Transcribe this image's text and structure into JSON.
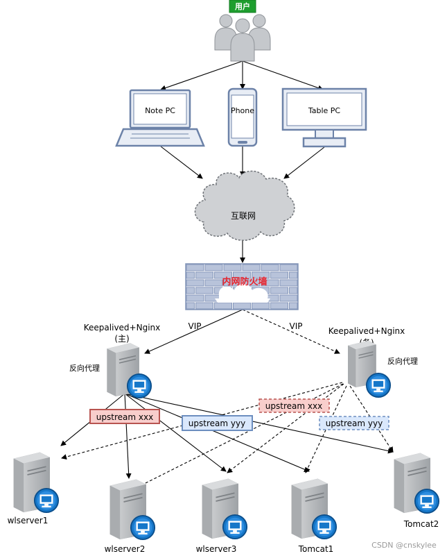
{
  "users": {
    "badge": "用户",
    "badge_color": "#1e9e2e"
  },
  "devices": {
    "notebook": "Note PC",
    "phone": "Phone",
    "desktop": "Table PC"
  },
  "internet": "互联网",
  "firewall": "内网防火墙",
  "vip_primary": "VIP",
  "vip_backup": "VIP",
  "lb_primary": {
    "title": "Keepalived+Nginx",
    "role": "(主)",
    "proxy": "反向代理"
  },
  "lb_backup": {
    "title": "Keepalived+Nginx",
    "role": "(备)",
    "proxy": "反向代理"
  },
  "upstreams": {
    "primary_xxx": "upstream xxx",
    "primary_yyy": "upstream yyy",
    "backup_xxx": "upstream xxx",
    "backup_yyy": "upstream yyy"
  },
  "servers": [
    "wlserver1",
    "wlserver2",
    "wlserver3",
    "Tomcat1",
    "Tomcat2"
  ],
  "watermark": "CSDN @cnskylee",
  "colors": {
    "device_stroke": "#6c82a8",
    "device_fill": "#e8edf5",
    "cloud": "#cfd1d4",
    "firewall": "#8496b9",
    "firewall_text": "#e8242d",
    "upstream_xxx_fill": "#f8cecc",
    "upstream_xxx_stroke": "#b85450",
    "upstream_yyy_fill": "#dae8fc",
    "upstream_yyy_stroke": "#6c8ebf",
    "server_body": "#b0b3b6",
    "monitor_badge": "#1677c9"
  }
}
